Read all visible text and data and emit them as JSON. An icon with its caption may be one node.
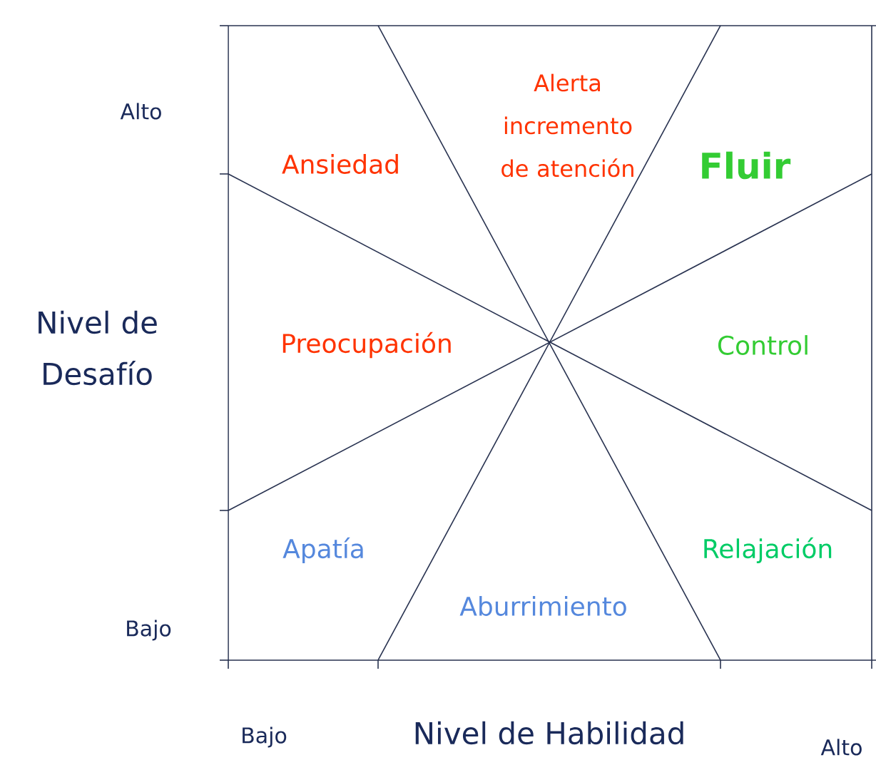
{
  "diagram": {
    "labels": [
      "Alerta incremento de atención",
      "Alto",
      "Ansiedad",
      "Fluir",
      "Nivel de Desafío",
      "Preocupación",
      "Control",
      "Apatía",
      "Relajación",
      "Bajo",
      "Aburrimiento",
      "Bajo",
      "Nivel de Habilidad",
      "Alto"
    ]
  }
}
